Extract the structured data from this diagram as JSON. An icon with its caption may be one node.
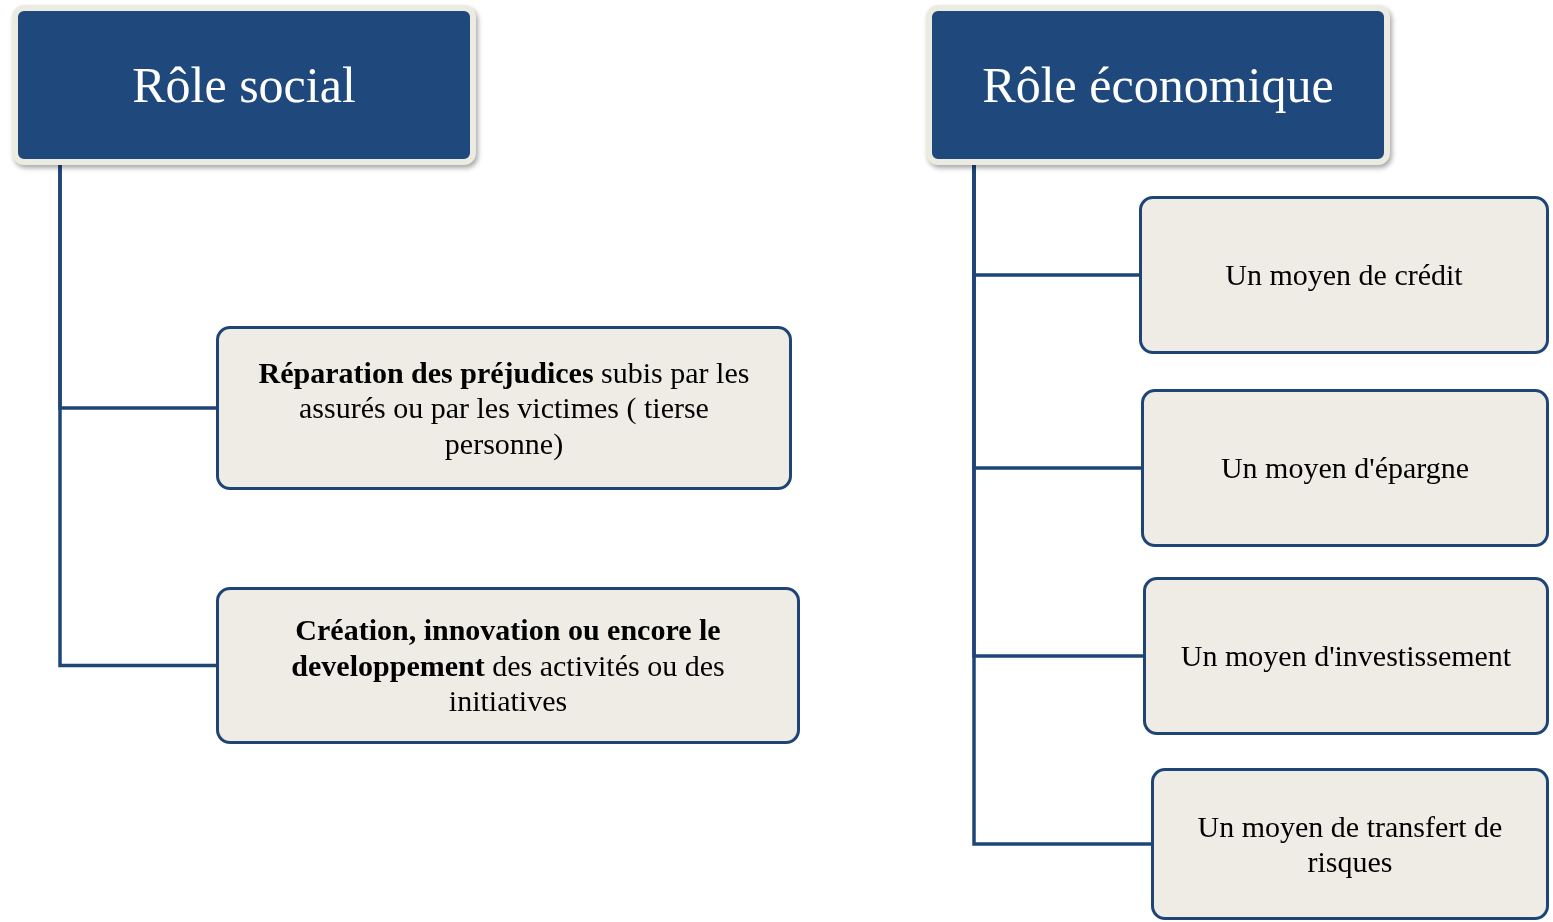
{
  "diagram": {
    "nodes": [
      {
        "text": [
          "Rôle social"
        ]
      },
      {
        "text": [
          "**Réparation des préjudices**  subis par les assurés ou par les victimes ( tierse personne)"
        ]
      },
      {
        "text": [
          "**Création, innovation ou encore le developpement** des activités ou des initiatives"
        ]
      },
      {
        "text": [
          "Rôle économique"
        ]
      },
      {
        "text": [
          "Un moyen de crédit"
        ]
      },
      {
        "text": [
          "Un moyen d'épargne"
        ]
      },
      {
        "text": [
          "Un moyen d'investissement"
        ]
      },
      {
        "text": [
          "Un moyen de transfert de risques"
        ]
      }
    ],
    "edges": [
      {
        "from": 0,
        "to": 1,
        "arrow": "none"
      },
      {
        "from": 0,
        "to": 2,
        "arrow": "none"
      },
      {
        "from": 3,
        "to": 4,
        "arrow": "none"
      },
      {
        "from": 3,
        "to": 5,
        "arrow": "none"
      },
      {
        "from": 3,
        "to": 6,
        "arrow": "none"
      },
      {
        "from": 3,
        "to": 7,
        "arrow": "none"
      }
    ]
  }
}
